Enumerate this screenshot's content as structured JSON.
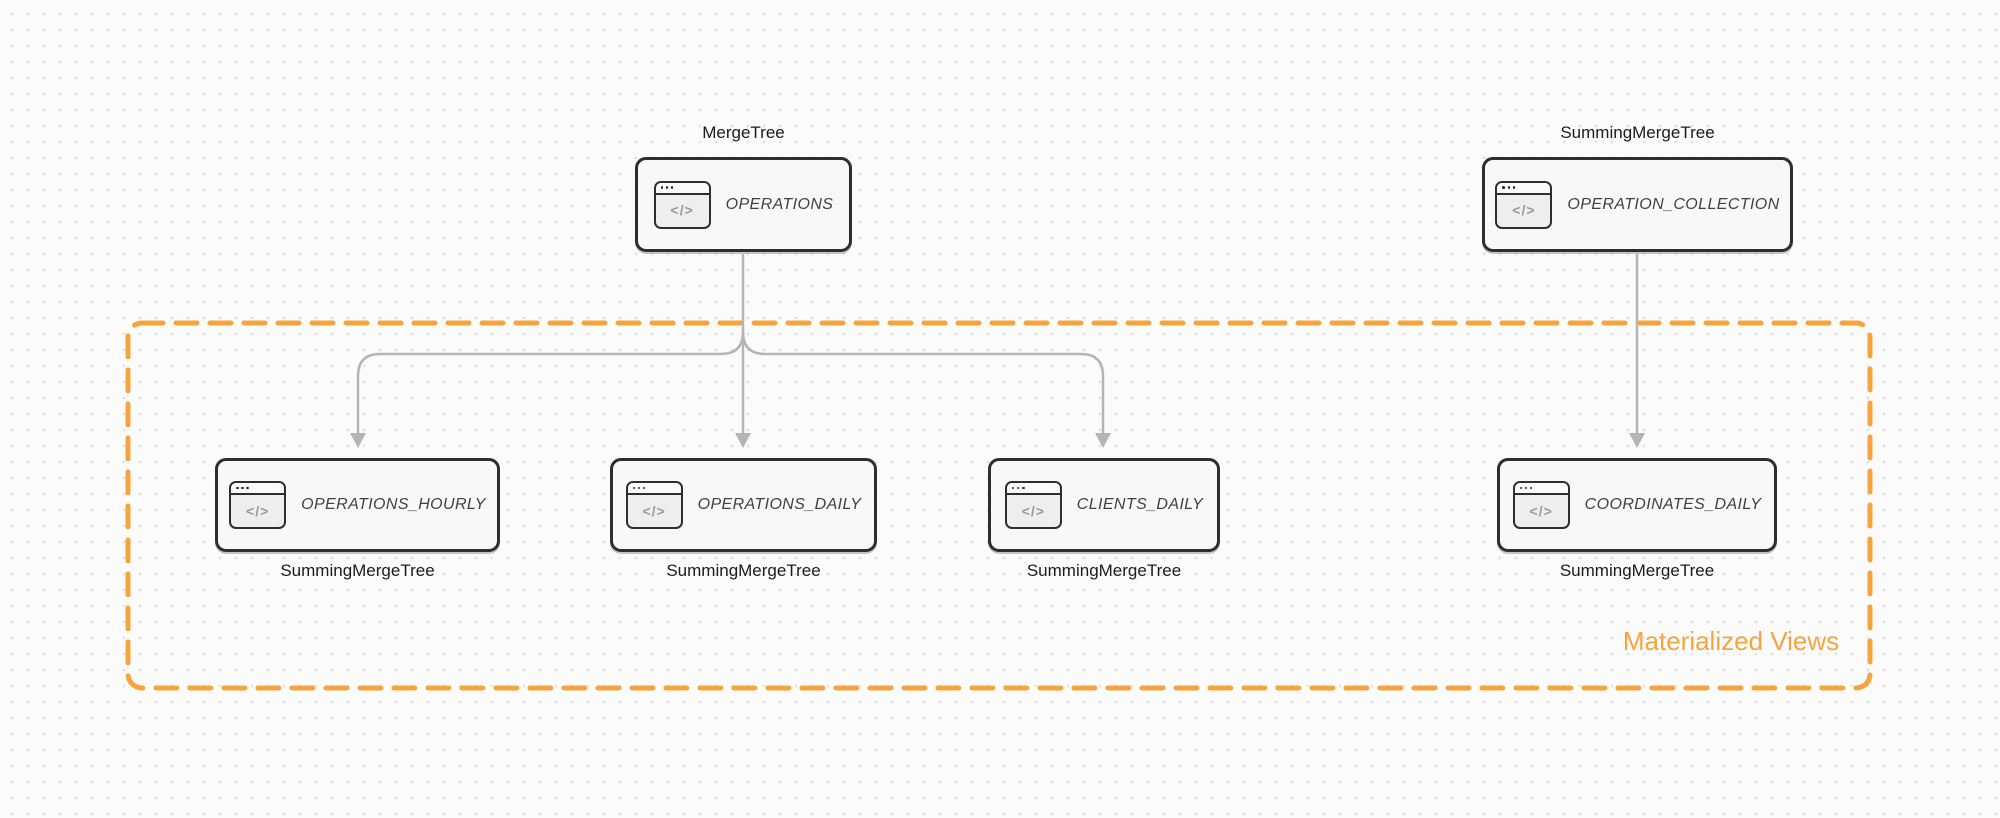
{
  "diagram": {
    "group_label": "Materialized Views",
    "icon_glyph": "</>",
    "nodes": {
      "operations": {
        "title": "OPERATIONS",
        "engine": "MergeTree"
      },
      "operation_collection": {
        "title": "OPERATION_COLLECTION",
        "engine": "SummingMergeTree"
      },
      "operations_hourly": {
        "title": "OPERATIONS_HOURLY",
        "engine": "SummingMergeTree"
      },
      "operations_daily": {
        "title": "OPERATIONS_DAILY",
        "engine": "SummingMergeTree"
      },
      "clients_daily": {
        "title": "CLIENTS_DAILY",
        "engine": "SummingMergeTree"
      },
      "coordinates_daily": {
        "title": "COORDINATES_DAILY",
        "engine": "SummingMergeTree"
      }
    },
    "colors": {
      "background": "#fbfbfb",
      "dot_grid": "#e3e3e3",
      "node_fill": "#f8f8f8",
      "node_border": "#2e2e2e",
      "node_text": "#414141",
      "edge": "#b5b5b5",
      "accent_orange": "#f8a43d",
      "label_text": "#1b1b1b",
      "icon_glyph_color": "#999999"
    }
  }
}
